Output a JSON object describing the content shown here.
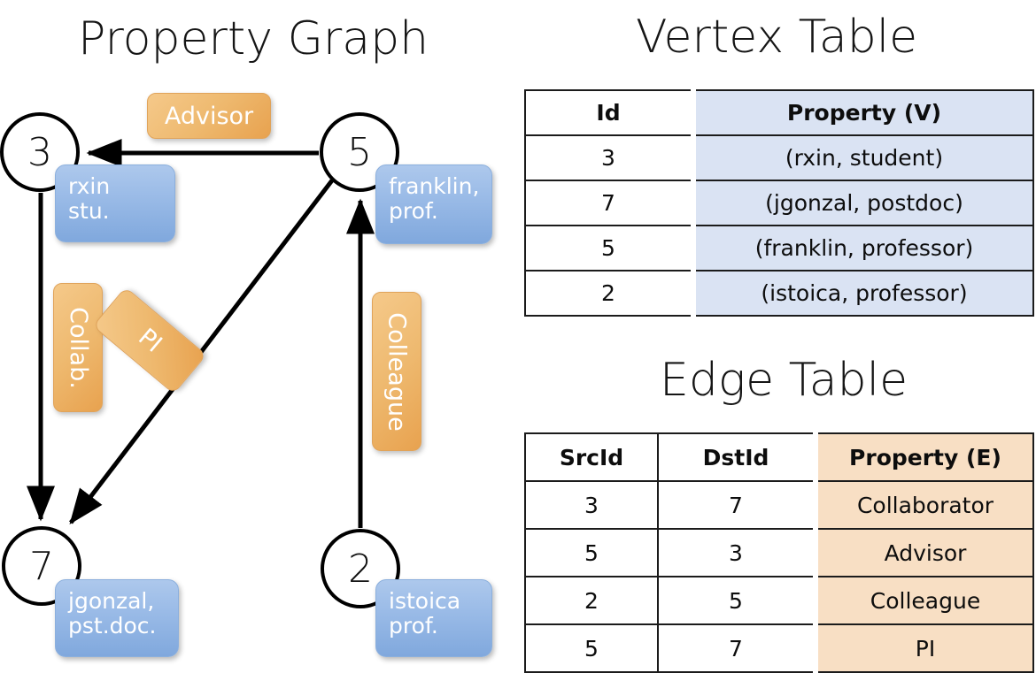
{
  "titles": {
    "property_graph": "Property Graph",
    "vertex_table": "Vertex Table",
    "edge_table": "Edge Table"
  },
  "graph": {
    "nodes": [
      {
        "id": "3",
        "property": "rxin\nstu."
      },
      {
        "id": "5",
        "property": "franklin,\nprof."
      },
      {
        "id": "7",
        "property": "jgonzal,\npst.doc."
      },
      {
        "id": "2",
        "property": "istoica\nprof."
      }
    ],
    "edge_labels": [
      {
        "name": "advisor",
        "label": "Advisor"
      },
      {
        "name": "collab",
        "label": "Collab."
      },
      {
        "name": "pi",
        "label": "PI"
      },
      {
        "name": "colleague",
        "label": "Colleague"
      }
    ]
  },
  "vertex_table": {
    "headers": [
      "Id",
      "Property (V)"
    ],
    "rows": [
      {
        "id": "3",
        "property": "(rxin, student)"
      },
      {
        "id": "7",
        "property": "(jgonzal, postdoc)"
      },
      {
        "id": "5",
        "property": "(franklin, professor)"
      },
      {
        "id": "2",
        "property": "(istoica, professor)"
      }
    ]
  },
  "edge_table": {
    "headers": [
      "SrcId",
      "DstId",
      "Property (E)"
    ],
    "rows": [
      {
        "src": "3",
        "dst": "7",
        "property": "Collaborator"
      },
      {
        "src": "5",
        "dst": "3",
        "property": "Advisor"
      },
      {
        "src": "2",
        "dst": "5",
        "property": "Colleague"
      },
      {
        "src": "5",
        "dst": "7",
        "property": "PI"
      }
    ]
  },
  "colors": {
    "vertex_property_fill": "#dae3f3",
    "edge_property_fill": "#f8dfc4",
    "node_box_blue": "#9dbde8",
    "edge_label_orange": "#eeb96f",
    "stroke": "#1b1b1b"
  }
}
